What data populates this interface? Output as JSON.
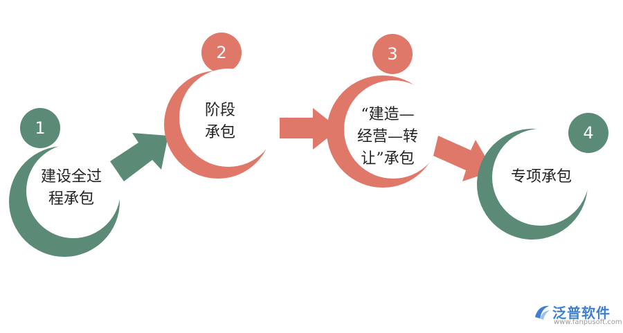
{
  "colors": {
    "green": "#5b8a76",
    "salmon": "#e0786a",
    "text": "#222222",
    "logo_blue": "#3f7fd0",
    "logo_gray": "#999999"
  },
  "steps": [
    {
      "number": "1",
      "line1": "建设全过",
      "line2": "程承包"
    },
    {
      "number": "2",
      "line1": "阶段",
      "line2": "承包"
    },
    {
      "number": "3",
      "line1": "“建造—",
      "line2": "经营—转",
      "line3": "让”承包"
    },
    {
      "number": "4",
      "line1": "专项承包"
    }
  ],
  "watermark": {
    "icon": "fanpu-logo-icon",
    "name": "泛普软件",
    "url": "www.fanpusoft.com"
  }
}
